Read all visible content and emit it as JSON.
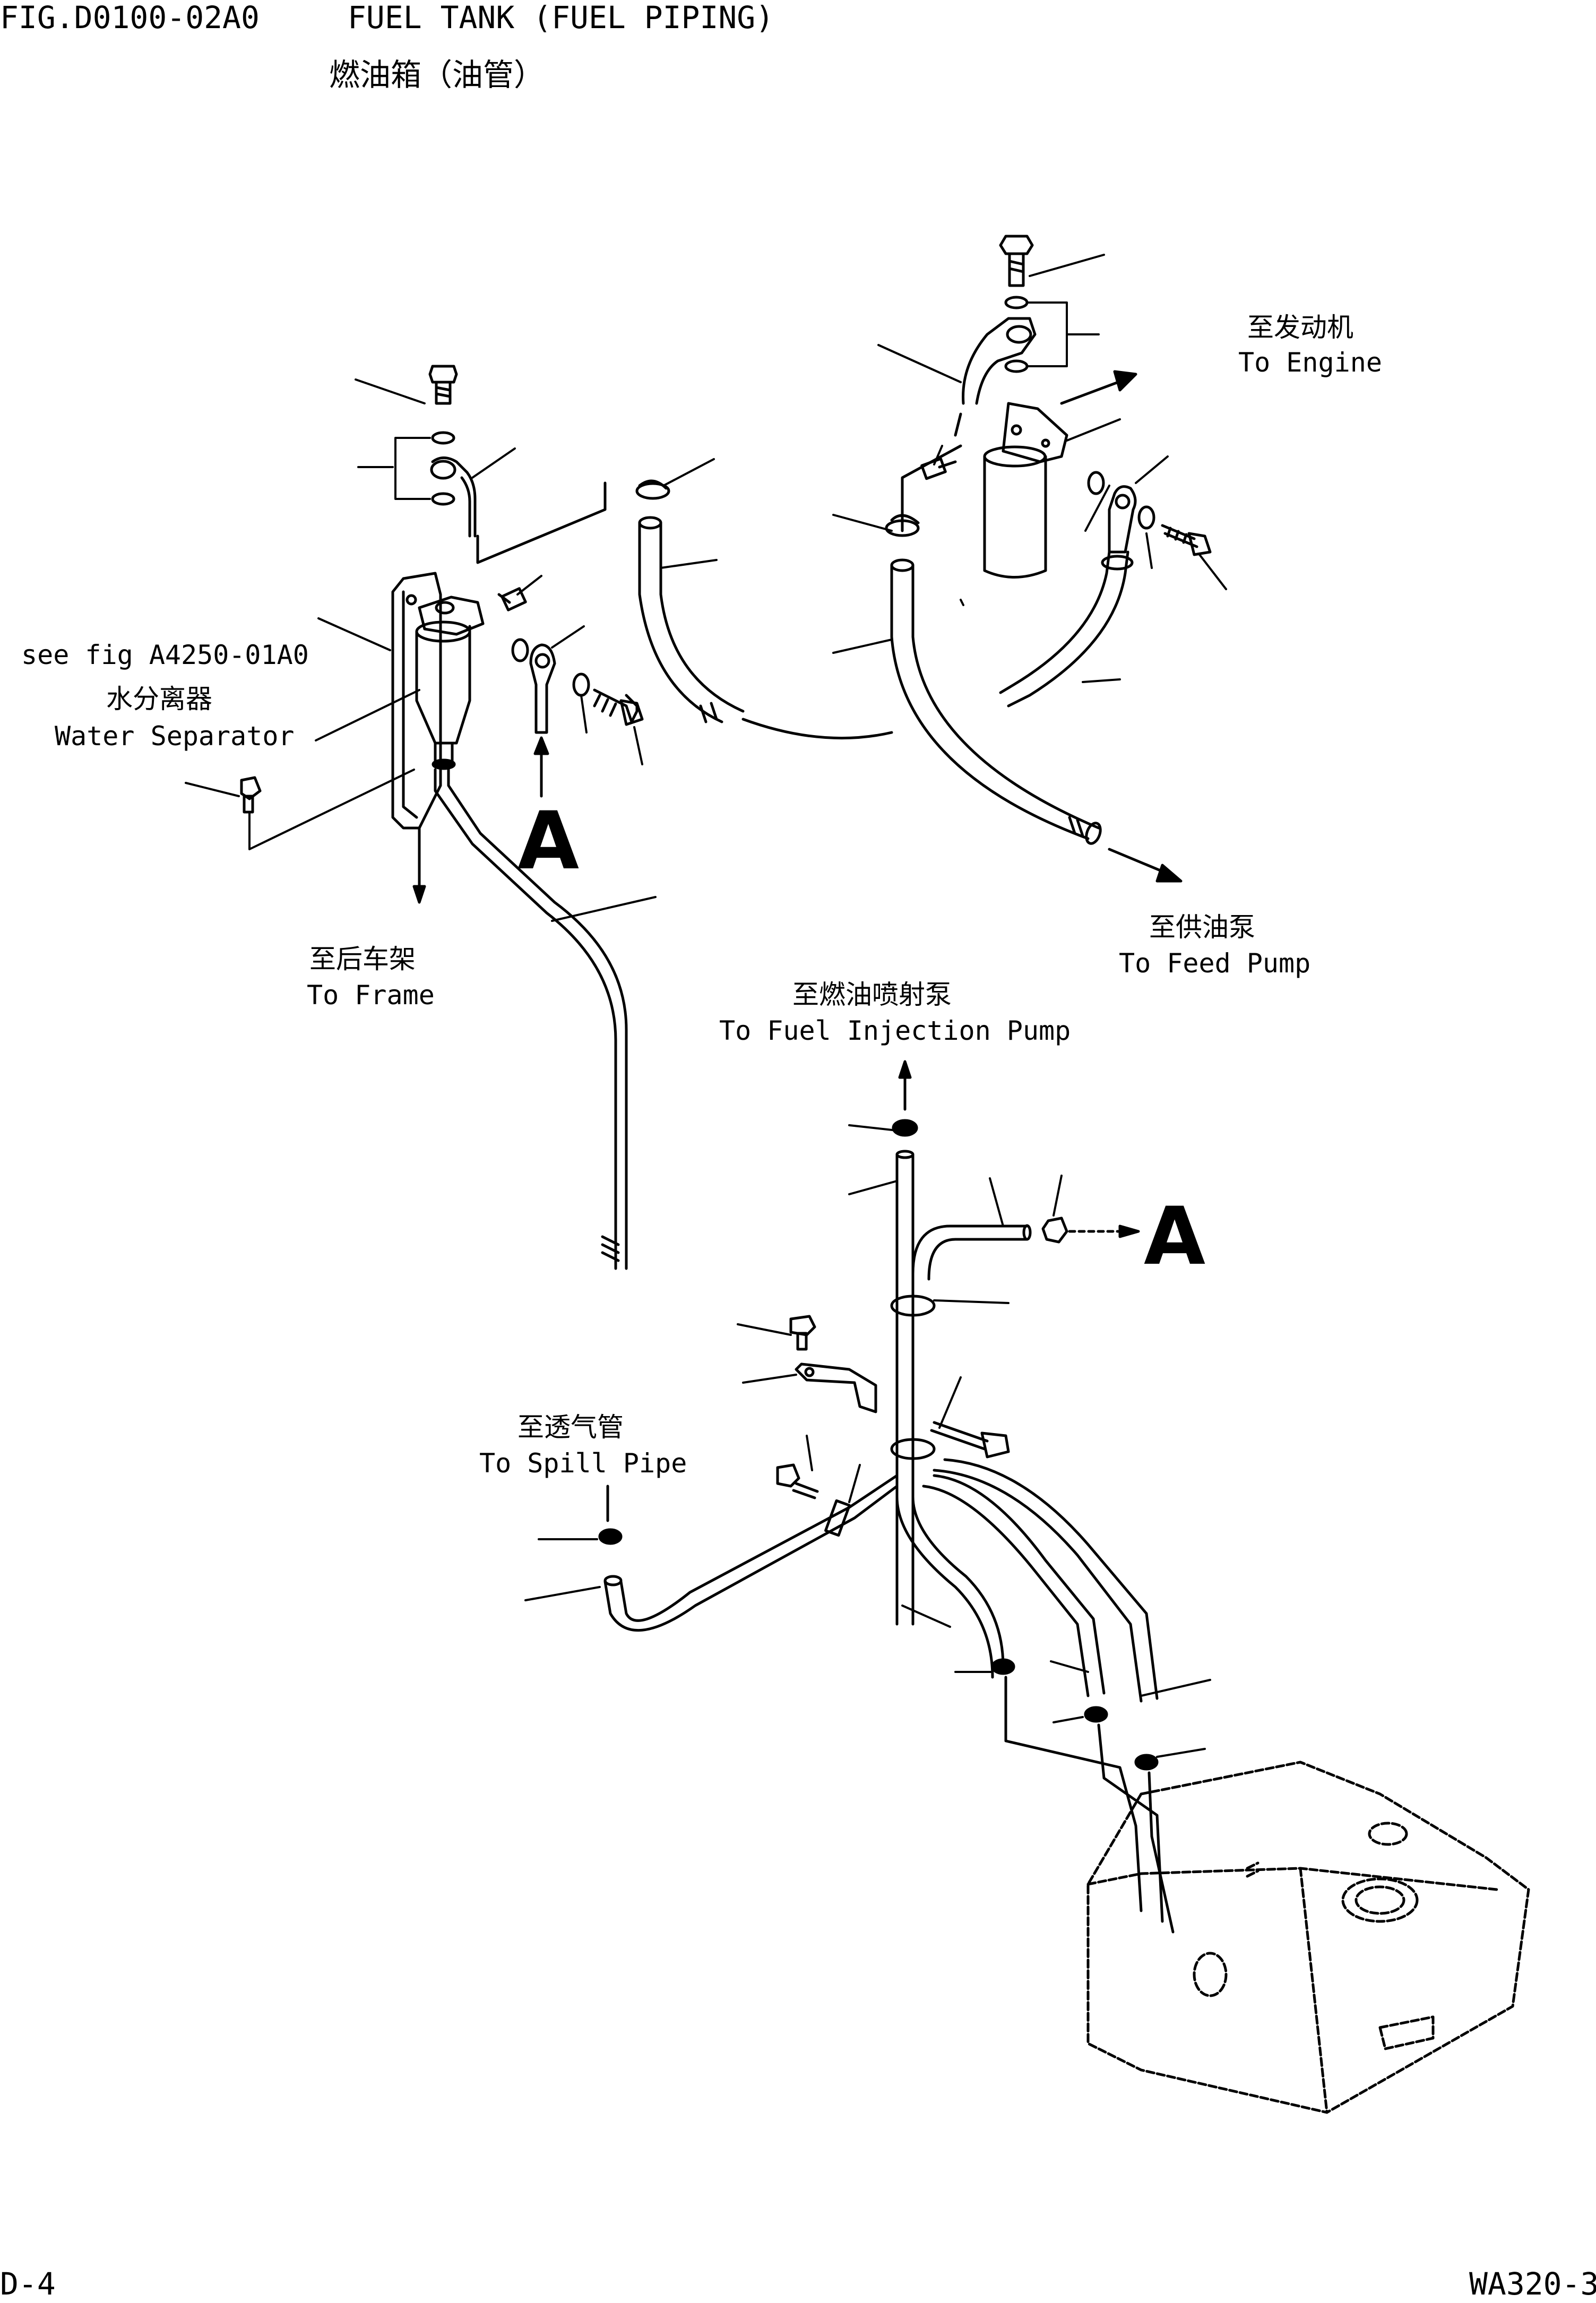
{
  "header": {
    "fig_number": "FIG.D0100-02A0",
    "title_en": "FUEL TANK (FUEL PIPING)",
    "title_cn": "燃油箱（油管）"
  },
  "labels": {
    "engine_cn": "至发动机",
    "engine_en": "To Engine",
    "see_fig": "see fig A4250-01A0",
    "water_sep_cn": "水分离器",
    "water_sep_en": "Water Separator",
    "frame_cn": "至后车架",
    "frame_en": "To Frame",
    "feed_pump_cn": "至供油泵",
    "feed_pump_en": "To Feed Pump",
    "injection_cn": "至燃油喷射泵",
    "injection_en": "To Fuel Injection Pump",
    "spill_cn": "至透气管",
    "spill_en": "To Spill Pipe",
    "view_a_upper": "A",
    "view_a_lower": "A"
  },
  "footer": {
    "page": "D-4",
    "model": "WA320-3"
  }
}
